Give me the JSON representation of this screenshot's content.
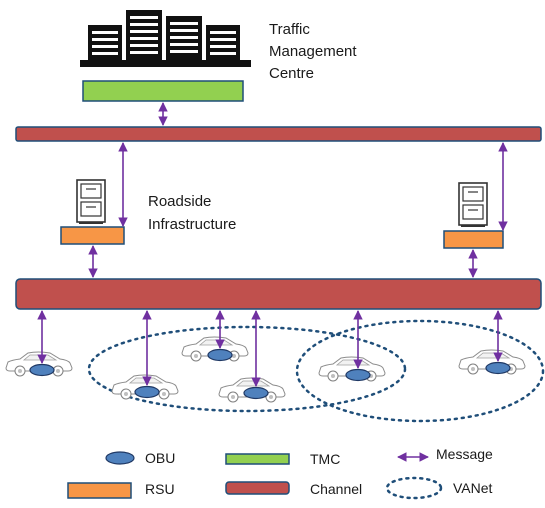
{
  "tmc_label": [
    "Traffic",
    "Management",
    "Centre"
  ],
  "rsu_label": [
    "Roadside",
    "Infrastructure"
  ],
  "legend": {
    "obu": "OBU",
    "tmc": "TMC",
    "message": "Message",
    "rsu": "RSU",
    "channel": "Channel",
    "vanet": "VANet"
  },
  "colors": {
    "tmc": "#92d050",
    "channel": "#c0504d",
    "rsu": "#f79646",
    "obu": "#4f81bd",
    "message": "#7030a0",
    "vanet": "#1f4e79"
  }
}
